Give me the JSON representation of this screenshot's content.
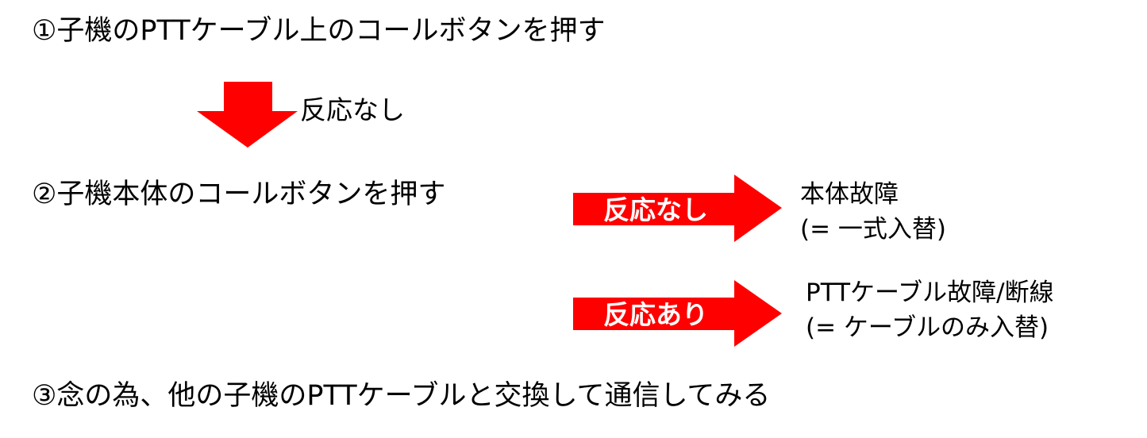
{
  "steps": {
    "step1": "①子機のPTTケーブル上のコールボタンを押す",
    "step2": "②子機本体のコールボタンを押す",
    "step3": "③念の為、他の子機のPTTケーブルと交換して通信してみる"
  },
  "down_arrow": {
    "label": "反応なし"
  },
  "branches": [
    {
      "arrow_label": "反応なし",
      "result": "本体故障",
      "action": "(= 一式入替)"
    },
    {
      "arrow_label": "反応あり",
      "result": "PTTケーブル故障/断線",
      "action": "(= ケーブルのみ入替)"
    }
  ],
  "colors": {
    "arrow": "#ff0000",
    "text": "#000000"
  }
}
